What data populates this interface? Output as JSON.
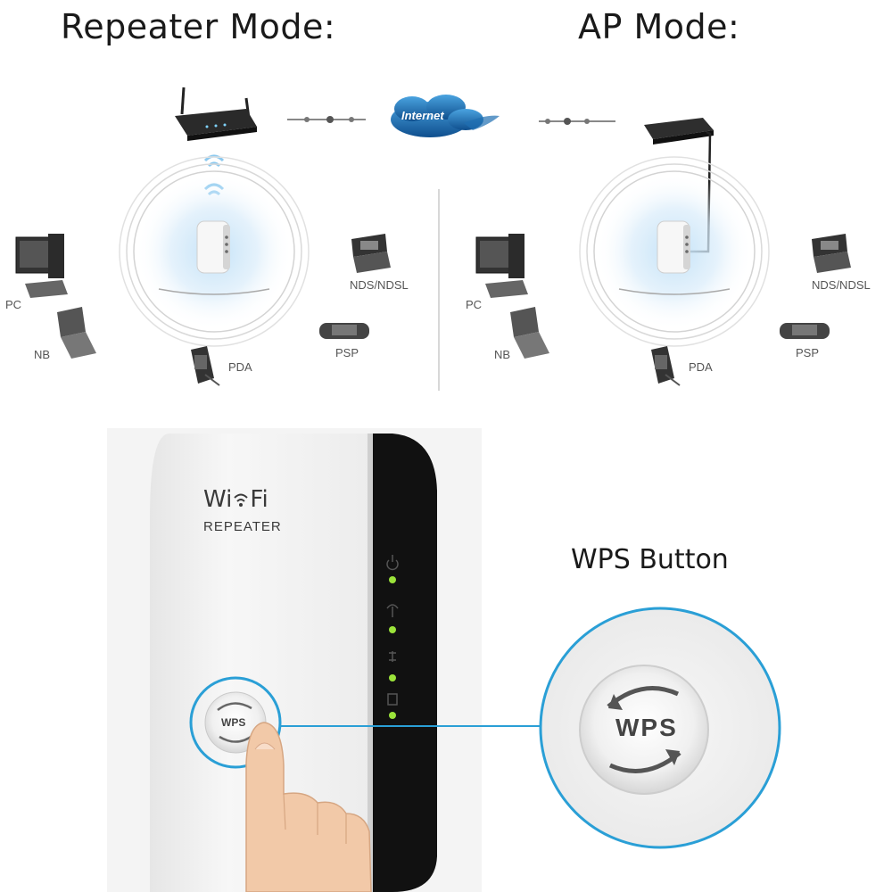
{
  "headings": {
    "repeater_mode": "Repeater Mode:",
    "ap_mode": "AP Mode:",
    "wps_button": "WPS Button"
  },
  "internet_label": "Internet",
  "repeater_panel": {
    "devices": {
      "pc": "PC",
      "nb": "NB",
      "pda": "PDA",
      "nds": "NDS/NDSL",
      "psp": "PSP"
    }
  },
  "ap_panel": {
    "devices": {
      "pc": "PC",
      "nb": "NB",
      "pda": "PDA",
      "nds": "NDS/NDSL",
      "psp": "PSP"
    }
  },
  "device": {
    "brand_wi": "Wi",
    "brand_fi": "Fi",
    "model": "REPEATER",
    "wps_label": "WPS",
    "indicator_icons": [
      "power-icon",
      "wifi-antenna-icon",
      "lan-icon",
      "wps-status-icon"
    ],
    "led_color": "#9be33a"
  },
  "colors": {
    "highlight_ring": "#2a9fd6",
    "cloud": "#1f6fb2",
    "device_shell": "#f2f2f2",
    "device_side": "#111111"
  }
}
